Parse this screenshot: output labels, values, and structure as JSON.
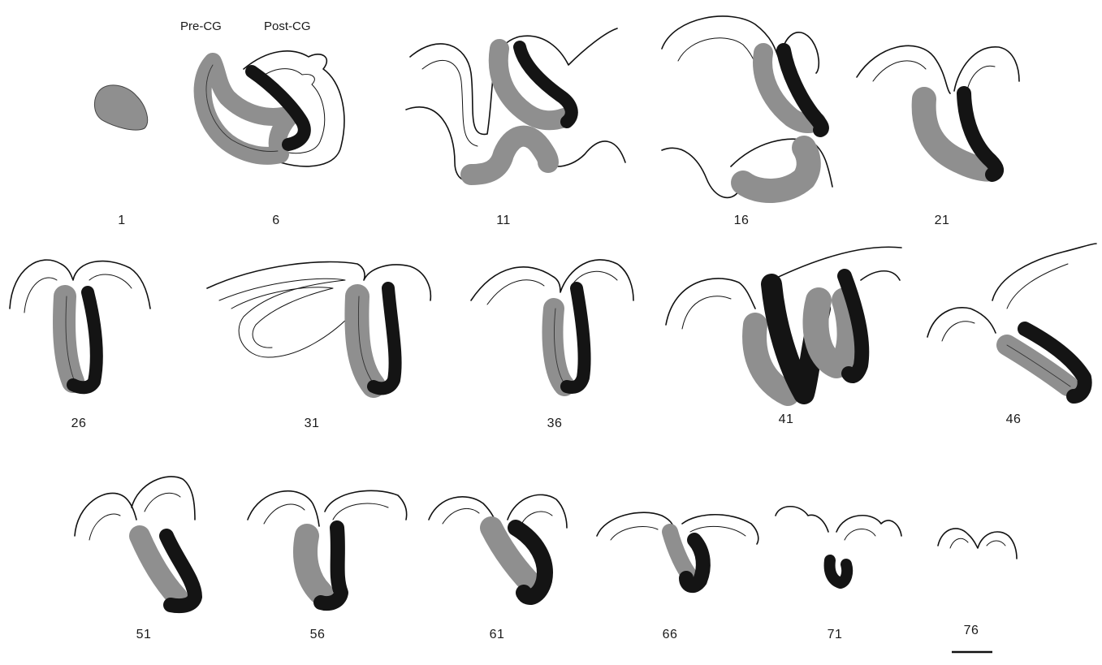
{
  "figure": {
    "header_pre": "Pre-CG",
    "header_post": "Post-CG",
    "colors": {
      "precentral_fill": "#8f8f8f",
      "postcentral_fill": "#141414",
      "outline": "#111111",
      "background": "#ffffff"
    },
    "sections": [
      {
        "label": "1"
      },
      {
        "label": "6"
      },
      {
        "label": "11"
      },
      {
        "label": "16"
      },
      {
        "label": "21"
      },
      {
        "label": "26"
      },
      {
        "label": "31"
      },
      {
        "label": "36"
      },
      {
        "label": "41"
      },
      {
        "label": "46"
      },
      {
        "label": "51"
      },
      {
        "label": "56"
      },
      {
        "label": "61"
      },
      {
        "label": "66"
      },
      {
        "label": "71"
      },
      {
        "label": "76"
      }
    ]
  }
}
